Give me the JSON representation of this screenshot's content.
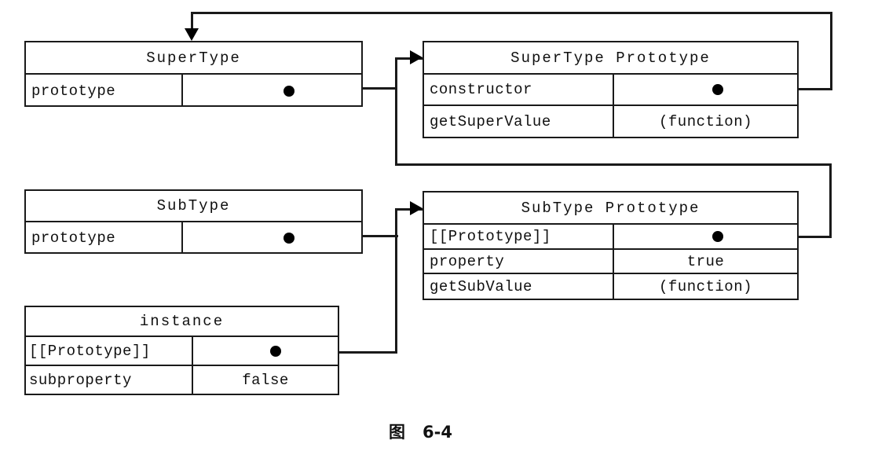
{
  "figure": {
    "caption_label": "图",
    "caption_number": "6-4"
  },
  "boxes": {
    "super_type": {
      "title": "SuperType",
      "rows": [
        {
          "key": "prototype",
          "value": ""
        }
      ]
    },
    "super_type_prototype": {
      "title": "SuperType Prototype",
      "rows": [
        {
          "key": "constructor",
          "value": ""
        },
        {
          "key": "getSuperValue",
          "value": "(function)"
        }
      ]
    },
    "sub_type": {
      "title": "SubType",
      "rows": [
        {
          "key": "prototype",
          "value": ""
        }
      ]
    },
    "sub_type_prototype": {
      "title": "SubType Prototype",
      "rows": [
        {
          "key": "[[Prototype]]",
          "value": ""
        },
        {
          "key": "property",
          "value": "true"
        },
        {
          "key": "getSubValue",
          "value": "(function)"
        }
      ]
    },
    "instance": {
      "title": "instance",
      "rows": [
        {
          "key": "[[Prototype]]",
          "value": ""
        },
        {
          "key": "subproperty",
          "value": "false"
        }
      ]
    }
  },
  "colors": {
    "line": "#1a1a1a",
    "dot": "#000000",
    "background": "#ffffff",
    "text": "#101010"
  }
}
